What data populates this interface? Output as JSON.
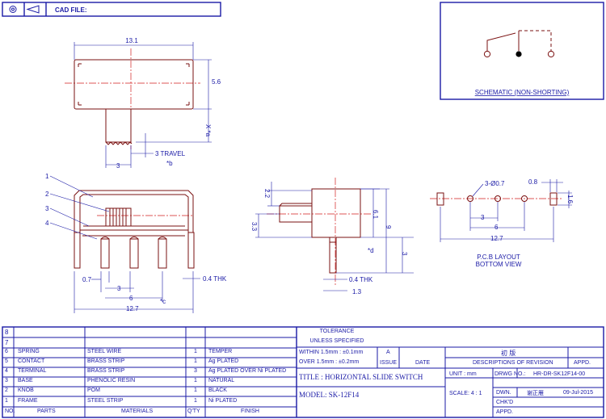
{
  "header": {
    "cad_file_label": "CAD FILE:"
  },
  "schematic": {
    "label": "SCHEMATIC (NON-SHORTING)"
  },
  "top_view": {
    "width": "13.1",
    "height": "5.6",
    "travel_base": "3",
    "travel": "3 TRAVEL",
    "note_a": "X *a",
    "note_b": "*b"
  },
  "front_view": {
    "parts": [
      "1",
      "2",
      "3",
      "4"
    ],
    "dim_pin": "0.7",
    "dim_pitch": "3",
    "dim_span": "6",
    "note_c": "*c",
    "dim_total": "12.7",
    "thk": "0.4 THK"
  },
  "side_view": {
    "dim_22": "2.2",
    "dim_33": "3.3",
    "dim_61": "6.1",
    "dim_9": "9",
    "dim_3": "3",
    "note_d": "*d",
    "thk": "0.4 THK",
    "dim_13": "1.3"
  },
  "pcb": {
    "hole": "3-Ø0.7",
    "pad_w": "0.8",
    "pad_h": "1.6",
    "pitch": "3",
    "span": "6",
    "total": "12.7",
    "label1": "P.C.B LAYOUT",
    "label2": "BOTTOM VIEW"
  },
  "bom": {
    "empty_rows": [
      "8",
      "7"
    ],
    "rows": [
      {
        "no": "6",
        "part": "SPRING",
        "material": "STEEL WIRE",
        "qty": "1",
        "finish": "TEMPER"
      },
      {
        "no": "5",
        "part": "CONTACT",
        "material": "BRASS STRIP",
        "qty": "1",
        "finish": "Ag PLATED"
      },
      {
        "no": "4",
        "part": "TERMINAL",
        "material": "BRASS STRIP",
        "qty": "3",
        "finish": "Ag PLATED OVER Ni PLATED"
      },
      {
        "no": "3",
        "part": "BASE",
        "material": "PHENOLIC RESIN",
        "qty": "1",
        "finish": "NATURAL"
      },
      {
        "no": "2",
        "part": "KNOB",
        "material": "POM",
        "qty": "1",
        "finish": "BLACK"
      },
      {
        "no": "1",
        "part": "FRAME",
        "material": "STEEL STRIP",
        "qty": "1",
        "finish": "Ni PLATED"
      }
    ],
    "headers": {
      "no": "NO.",
      "parts": "PARTS",
      "materials": "MATERIALS",
      "qty": "Q'TY",
      "finish": "FINISH"
    }
  },
  "tolerance": {
    "title": "TOLERANCE",
    "subtitle": "UNLESS   SPECIFIED",
    "within": "WITHIN 1.5mm : ±0.1mm",
    "over": "OVER   1.5mm : ±0.2mm"
  },
  "revision": {
    "rev": "A",
    "issue": "ISSUE",
    "date": "DATE",
    "cn": "初 版",
    "desc": "DESCRIPTIONS OF REVISION",
    "appd": "APPD."
  },
  "title_block": {
    "title": "TITLE :  HORIZONTAL  SLIDE  SWITCH",
    "model": "MODEL:   SK-12F14",
    "unit": "UNIT :   mm",
    "scale": "SCALE:  4 : 1",
    "drwg_label": "DRWG NO.:",
    "drwg_no": "HR-DR-SK12F14-00",
    "dwn": "DWN.",
    "dwn_name": "谢正雁",
    "dwn_date": "09-Jul-2015",
    "chkd": "CHK'D",
    "appd": "APPD."
  }
}
